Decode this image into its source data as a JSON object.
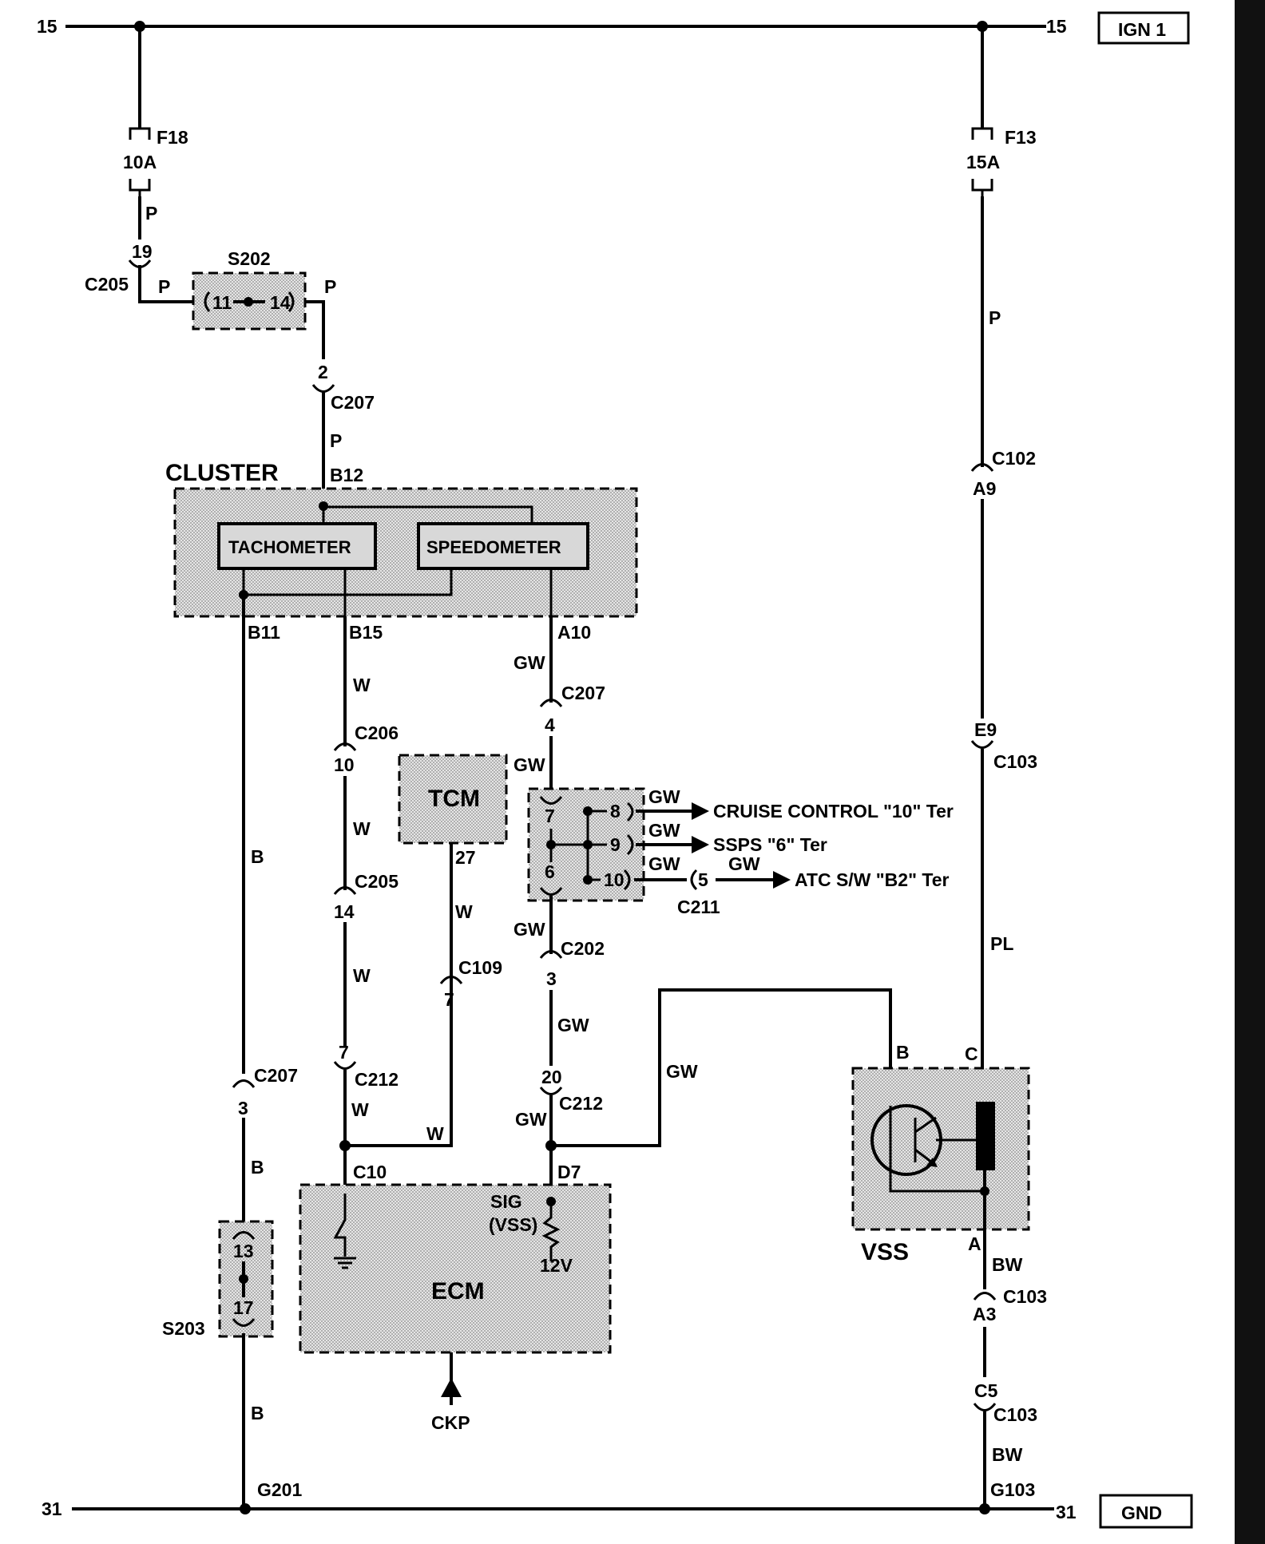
{
  "rails": {
    "top_left": "15",
    "top_right": "15",
    "top_terminal": "IGN 1",
    "bottom_left": "31",
    "bottom_right": "31",
    "bottom_terminal": "GND"
  },
  "fuses": {
    "f18_name": "F18",
    "f18_rating": "10A",
    "f13_name": "F13",
    "f13_rating": "15A"
  },
  "modules": {
    "cluster": "CLUSTER",
    "tachometer": "TACHOMETER",
    "speedometer": "SPEEDOMETER",
    "tcm": "TCM",
    "ecm": "ECM",
    "vss": "VSS",
    "ecm_sig": "SIG",
    "ecm_vss": "(VSS)",
    "ecm_12v": "12V",
    "ckp": "CKP"
  },
  "splices": {
    "s202": "S202",
    "s202_pin_a": "11",
    "s202_pin_b": "14",
    "s203": "S203",
    "s203_pin_a": "13",
    "s203_pin_b": "17"
  },
  "connectors": {
    "c205_a": "C205",
    "c205_a_pin": "19",
    "c207_a": "C207",
    "c207_a_pin": "2",
    "c102": "C102",
    "c102_pin": "A9",
    "c207_b": "C207",
    "c207_b_pin": "4",
    "c206": "C206",
    "c206_pin": "10",
    "c205_b": "C205",
    "c205_b_pin": "14",
    "c109": "C109",
    "c109_pin": "7",
    "tcm_pin": "27",
    "c202": "C202",
    "c202_pin": "3",
    "c212_a": "C212",
    "c212_a_pin": "7",
    "c212_b": "C212",
    "c212_b_pin": "20",
    "c207_c": "C207",
    "c207_c_pin": "3",
    "c103_a": "C103",
    "c103_a_pin": "E9",
    "c103_b": "C103",
    "c103_b_pin": "A3",
    "c103_c": "C103",
    "c103_c_pin": "C5",
    "c211": "C211",
    "c211_pin": "5",
    "c10": "C10",
    "d7": "D7",
    "b12": "B12",
    "b11": "B11",
    "b15": "B15",
    "a10": "A10",
    "g201": "G201",
    "g103": "G103",
    "vss_b": "B",
    "vss_c": "C",
    "vss_a": "A"
  },
  "junction": {
    "pin7": "7",
    "pin6": "6",
    "pin8": "8",
    "pin9": "9",
    "pin10": "10",
    "out_cruise": "CRUISE CONTROL \"10\" Ter",
    "out_ssps": "SSPS \"6\" Ter",
    "out_atc": "ATC S/W \"B2\" Ter"
  },
  "wire_colors": {
    "p1": "P",
    "p2": "P",
    "p3": "P",
    "p4": "P",
    "p5": "P",
    "w1": "W",
    "w2": "W",
    "w3": "W",
    "w4": "W",
    "w5": "W",
    "w6": "W",
    "gw1": "GW",
    "gw2": "GW",
    "gw3": "GW",
    "gw4": "GW",
    "gw5": "GW",
    "gw6": "GW",
    "gw7": "GW",
    "gw8": "GW",
    "gw9": "GW",
    "gw10": "GW",
    "b1": "B",
    "b2": "B",
    "b3": "B",
    "pl": "PL",
    "bw1": "BW",
    "bw2": "BW"
  }
}
